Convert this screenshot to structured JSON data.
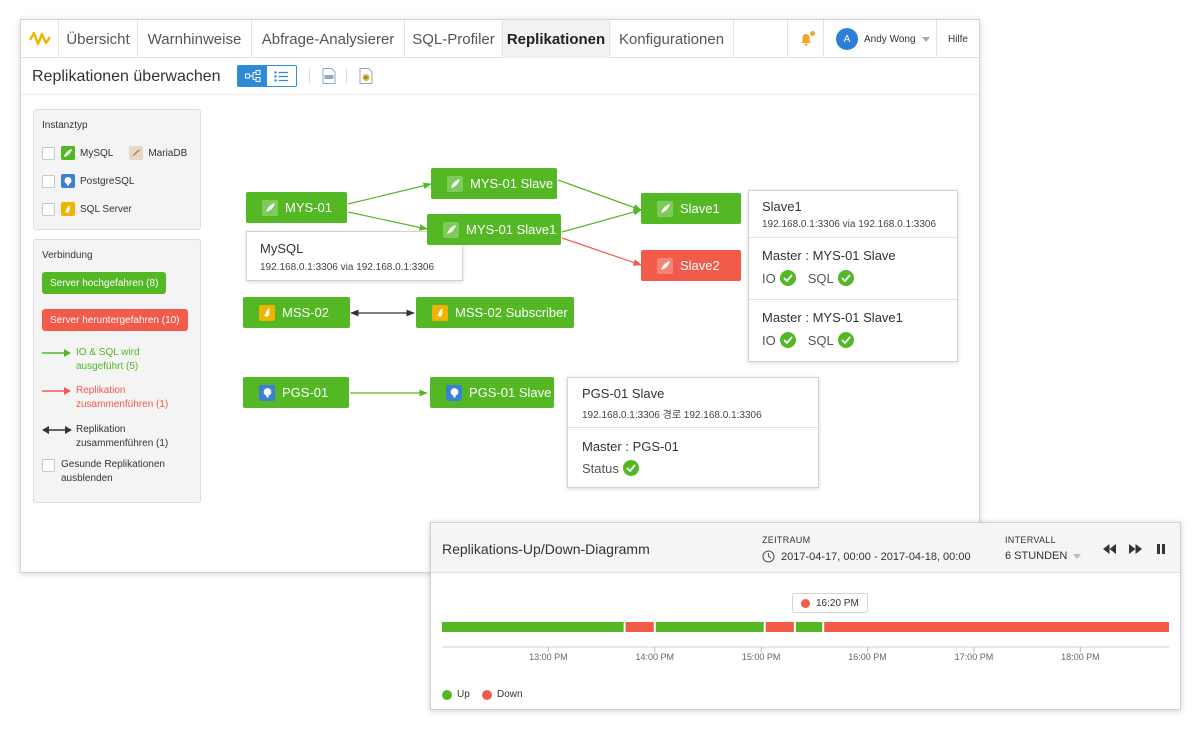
{
  "nav": {
    "tabs": [
      {
        "label": "Übersicht",
        "active": false
      },
      {
        "label": "Warnhinweise",
        "active": false
      },
      {
        "label": "Abfrage-Analysierer",
        "active": false
      },
      {
        "label": "SQL-Profiler",
        "active": false
      },
      {
        "label": "Replikationen",
        "active": true
      },
      {
        "label": "Konfigurationen",
        "active": false
      }
    ],
    "user": {
      "initial": "A",
      "name": "Andy Wong"
    },
    "help": "Hilfe"
  },
  "page": {
    "title": "Replikationen überwachen"
  },
  "filters": {
    "instance_type": {
      "title": "Instanztyp",
      "options": [
        {
          "label": "MySQL",
          "icon": "mysql-icon"
        },
        {
          "label": "MariaDB",
          "icon": "mariadb-icon"
        },
        {
          "label": "PostgreSQL",
          "icon": "postgresql-icon"
        },
        {
          "label": "SQL Server",
          "icon": "sqlserver-icon"
        }
      ]
    },
    "connection": {
      "title": "Verbindung",
      "up_button": "Server hochgefahren (8)",
      "down_button": "Server heruntergefahren (10)",
      "legend": [
        {
          "line1": "IO & SQL wird",
          "line2": "ausgeführt (5)",
          "color": "#53b824"
        },
        {
          "line1": "Replikation",
          "line2": "zusammenführen (1)",
          "color": "#f25a4a"
        },
        {
          "line1": "Replikation",
          "line2": "zusammenführen (1)",
          "color": "#333333"
        }
      ],
      "hide_healthy": {
        "line1": "Gesunde Replikationen",
        "line2": "ausblenden"
      }
    }
  },
  "graph": {
    "nodes": {
      "mys01": "MYS-01",
      "mys01_slave": "MYS-01 Slave",
      "mys01_slave1": "MYS-01 Slave1",
      "slave1": "Slave1",
      "slave2": "Slave2",
      "mss02": "MSS-02",
      "mss02_subscriber": "MSS-02 Subscriber",
      "pgs01": "PGS-01",
      "pgs01_slave": "PGS-01 Slave"
    },
    "cards": {
      "mysql": {
        "title": "MySQL",
        "address": "192.168.0.1:3306 via 192.168.0.1:3306"
      },
      "slave1": {
        "title": "Slave1",
        "address": "192.168.0.1:3306 via 192.168.0.1:3306",
        "master1": "Master : MYS-01 Slave",
        "master2": "Master : MYS-01 Slave1",
        "io": "IO",
        "sql": "SQL"
      },
      "pgs": {
        "title": "PGS-01 Slave",
        "address": "192.168.0.1:3306 경로 192.168.0.1:3306",
        "master": "Master : PGS-01",
        "status": "Status"
      }
    }
  },
  "chart": {
    "title": "Replikations-Up/Down-Diagramm",
    "period_label": "ZEITRAUM",
    "period_value": "2017-04-17, 00:00 - 2017-04-18, 00:00",
    "interval_label": "INTERVALL",
    "interval_value": "6 STUNDEN",
    "tooltip": "16:20 PM",
    "legend_up": "Up",
    "legend_down": "Down",
    "colors": {
      "up": "#53b824",
      "down": "#f25a4a"
    }
  },
  "chart_data": {
    "type": "timeline",
    "x_start": "12:00 PM",
    "x_end": "18:50 PM",
    "ticks": [
      "13:00 PM",
      "14:00 PM",
      "15:00 PM",
      "16:00 PM",
      "17:00 PM",
      "18:00 PM"
    ],
    "segments": [
      {
        "state": "Up",
        "start": "12:00",
        "end": "13:43"
      },
      {
        "state": "Down",
        "start": "13:43",
        "end": "14:00"
      },
      {
        "state": "Up",
        "start": "14:00",
        "end": "15:02"
      },
      {
        "state": "Down",
        "start": "15:02",
        "end": "15:19"
      },
      {
        "state": "Up",
        "start": "15:19",
        "end": "15:35"
      },
      {
        "state": "Down",
        "start": "15:35",
        "end": "18:50"
      }
    ],
    "legend": [
      "Up",
      "Down"
    ]
  }
}
